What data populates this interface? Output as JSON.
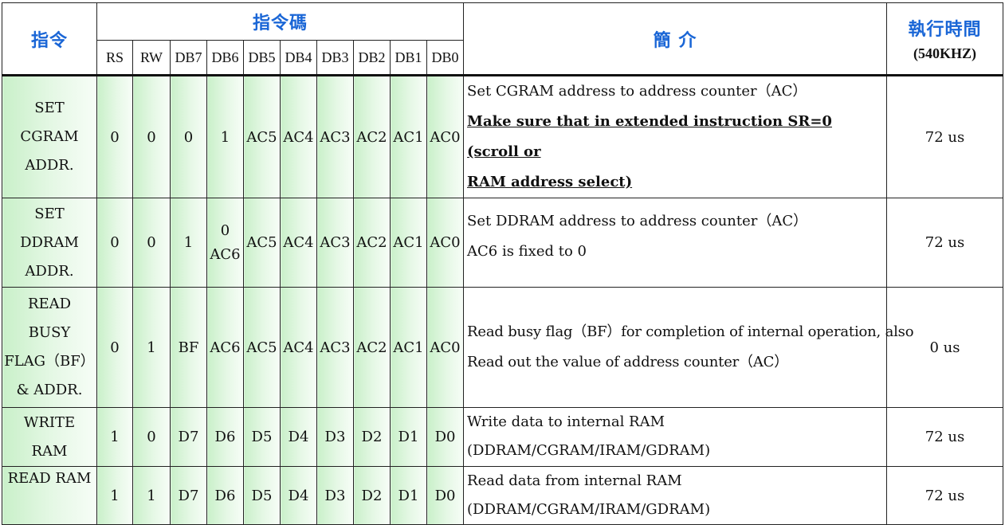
{
  "header": {
    "instruction": "指令",
    "code": "指令碼",
    "description": "簡 介",
    "exec_time": "執行時間",
    "freq": "(540KHZ)",
    "bits": [
      "RS",
      "RW",
      "DB7",
      "DB6",
      "DB5",
      "DB4",
      "DB3",
      "DB2",
      "DB1",
      "DB0"
    ]
  },
  "rows": [
    {
      "name": [
        "SET",
        "CGRAM",
        "ADDR."
      ],
      "bits": [
        "0",
        "0",
        "0",
        "1",
        "AC5",
        "AC4",
        "AC3",
        "AC2",
        "AC1",
        "AC0"
      ],
      "desc": [
        "Set CGRAM address to address counter（AC）"
      ],
      "desc_bold": [
        "Make sure that in extended instruction SR=0 (scroll or",
        "RAM address select)"
      ],
      "time": "72 us"
    },
    {
      "name": [
        "SET",
        "DDRAM",
        "ADDR."
      ],
      "bits": [
        "0",
        "0",
        "1",
        "0 AC6",
        "AC5",
        "AC4",
        "AC3",
        "AC2",
        "AC1",
        "AC0"
      ],
      "db6_top": "0",
      "db6_bottom": "AC6",
      "desc": [
        "Set DDRAM address to address counter（AC）",
        "AC6 is fixed to 0"
      ],
      "time": "72 us"
    },
    {
      "name": [
        "READ",
        "BUSY",
        "FLAG（BF）",
        "& ADDR."
      ],
      "bits": [
        "0",
        "1",
        "BF",
        "AC6",
        "AC5",
        "AC4",
        "AC3",
        "AC2",
        "AC1",
        "AC0"
      ],
      "desc": [
        "Read busy flag（BF）for completion of internal operation, also",
        "Read out the value of address counter（AC）"
      ],
      "time": "0 us"
    },
    {
      "name": [
        "WRITE",
        "RAM"
      ],
      "bits": [
        "1",
        "0",
        "D7",
        "D6",
        "D5",
        "D4",
        "D3",
        "D2",
        "D1",
        "D0"
      ],
      "desc": [
        "Write data to internal RAM",
        "(DDRAM/CGRAM/IRAM/GDRAM)"
      ],
      "time": "72 us"
    },
    {
      "name": [
        "READ RAM"
      ],
      "bits": [
        "1",
        "1",
        "D7",
        "D6",
        "D5",
        "D4",
        "D3",
        "D2",
        "D1",
        "D0"
      ],
      "desc": [
        "Read data from internal RAM",
        "(DDRAM/CGRAM/IRAM/GDRAM)"
      ],
      "time": "72 us"
    }
  ]
}
